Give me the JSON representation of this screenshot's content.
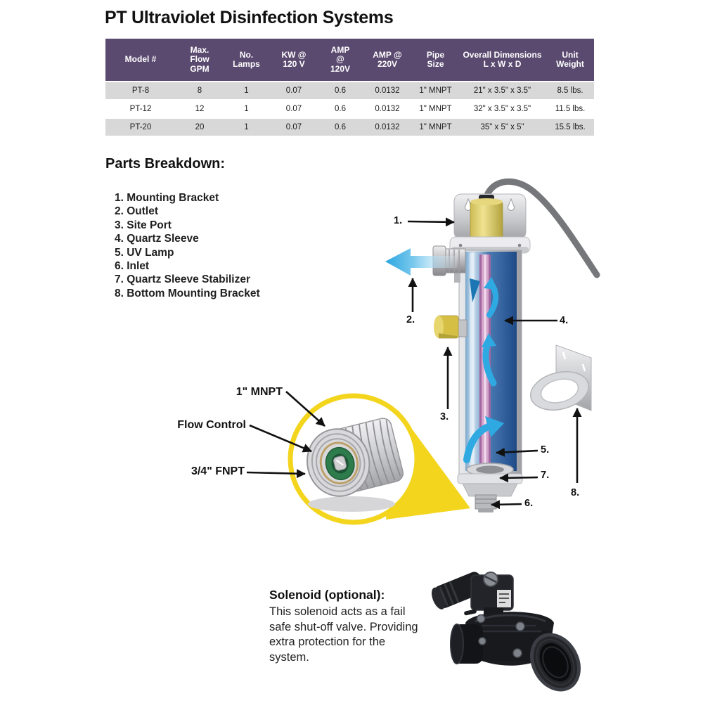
{
  "page": {
    "title": "PT Ultraviolet Disinfection Systems"
  },
  "table": {
    "headers": [
      "Model #",
      "Max.\nFlow\nGPM",
      "No.\nLamps",
      "KW @\n120 V",
      "AMP\n@\n120V",
      "AMP @\n220V",
      "Pipe\nSize",
      "Overall Dimensions\nL x W x D",
      "Unit\nWeight"
    ],
    "rows": [
      [
        "PT-8",
        "8",
        "1",
        "0.07",
        "0.6",
        "0.0132",
        "1\" MNPT",
        "21\" x 3.5\" x 3.5\"",
        "8.5 lbs."
      ],
      [
        "PT-12",
        "12",
        "1",
        "0.07",
        "0.6",
        "0.0132",
        "1\" MNPT",
        "32\" x 3.5\" x 3.5\"",
        "11.5 lbs."
      ],
      [
        "PT-20",
        "20",
        "1",
        "0.07",
        "0.6",
        "0.0132",
        "1\" MNPT",
        "35\" x 5\" x 5\"",
        "15.5 lbs."
      ]
    ]
  },
  "parts": {
    "heading": "Parts Breakdown:",
    "items": [
      "1. Mounting Bracket",
      "2. Outlet",
      "3. Site Port",
      "4. Quartz Sleeve",
      "5. UV Lamp",
      "6. Inlet",
      "7. Quartz Sleeve Stabilizer",
      "8. Bottom Mounting Bracket"
    ]
  },
  "diagram": {
    "callouts": [
      "1.",
      "2.",
      "3.",
      "4.",
      "5.",
      "6.",
      "7.",
      "8."
    ],
    "fitting": {
      "label_top": "1\" MNPT",
      "label_middle": "Flow Control",
      "label_bottom": "3/4\" FNPT"
    }
  },
  "solenoid": {
    "heading": "Solenoid (optional):",
    "body": "This solenoid acts as a fail\nsafe shut-off valve. Providing\nextra protection for the\nsystem."
  },
  "colors": {
    "header_purple": "#5b4a70",
    "row_gray": "#d8d8d9",
    "accent_yellow": "#f3d51e",
    "flow_blue": "#2fa9e2",
    "lamp_pink": "#c286b8"
  }
}
